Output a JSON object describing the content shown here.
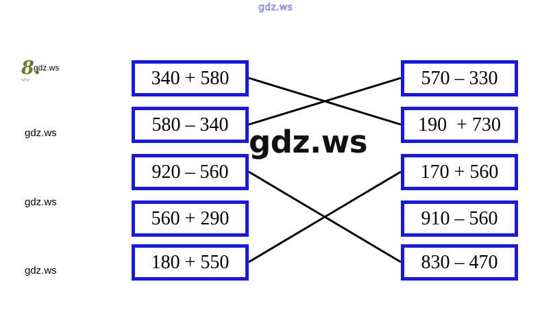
{
  "watermarks": {
    "top": "gdz.ws",
    "task_sup": "gdz.ws",
    "side": [
      "gdz.ws",
      "gdz.ws",
      "gdz.ws"
    ],
    "big": "gdz.ws"
  },
  "task": {
    "number": "8."
  },
  "colors": {
    "box_border": "#1a1ad6",
    "task_number": "#6b7a2a",
    "lines": "#000000"
  },
  "left_expressions": [
    "340 + 580",
    "580 – 340",
    "920 – 560",
    "560 + 290",
    "180 + 550"
  ],
  "right_expressions": [
    "570 – 330",
    "190  + 730",
    "170 + 560",
    "910 – 560",
    "830 – 470"
  ],
  "connections": [
    [
      0,
      1
    ],
    [
      1,
      0
    ],
    [
      2,
      4
    ],
    [
      4,
      2
    ]
  ]
}
